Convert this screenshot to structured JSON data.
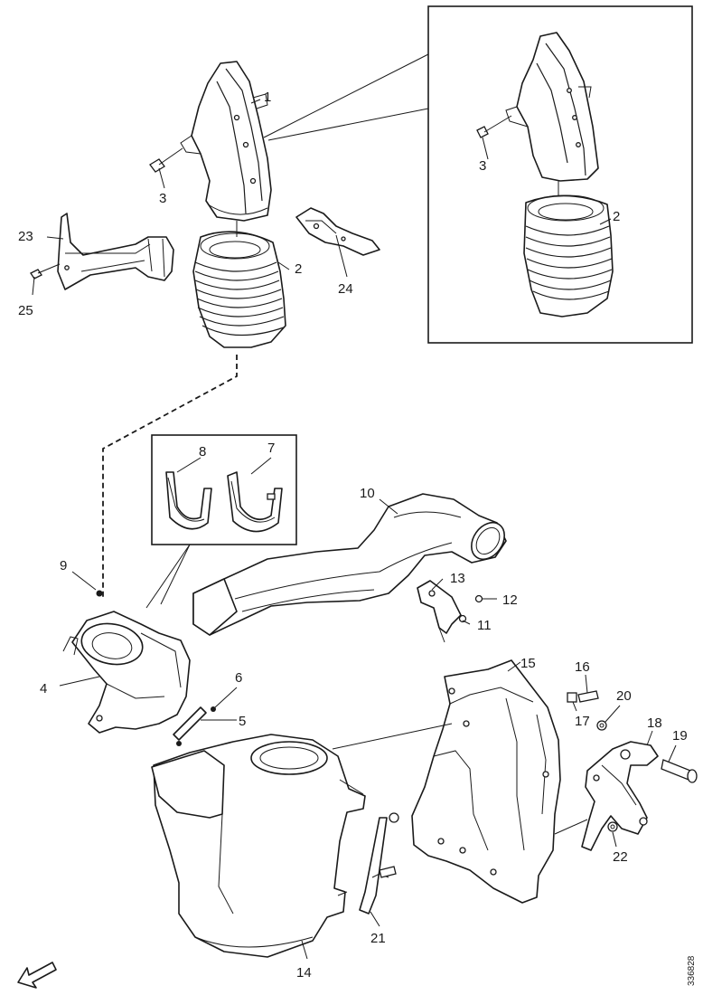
{
  "callouts": {
    "c1": "1",
    "c2a": "2",
    "c2b": "2",
    "c3a": "3",
    "c3b": "3",
    "c4": "4",
    "c5": "5",
    "c6": "6",
    "c7": "7",
    "c8": "8",
    "c9": "9",
    "c10": "10",
    "c11": "11",
    "c12": "12",
    "c13": "13",
    "c14": "14",
    "c15": "15",
    "c16": "16",
    "c17": "17",
    "c18": "18",
    "c19": "19",
    "c20": "20",
    "c21": "21",
    "c22": "22",
    "c23": "23",
    "c24": "24",
    "c25": "25"
  },
  "reference_number": "336828",
  "icons": {
    "direction": "forward-arrow-icon"
  }
}
